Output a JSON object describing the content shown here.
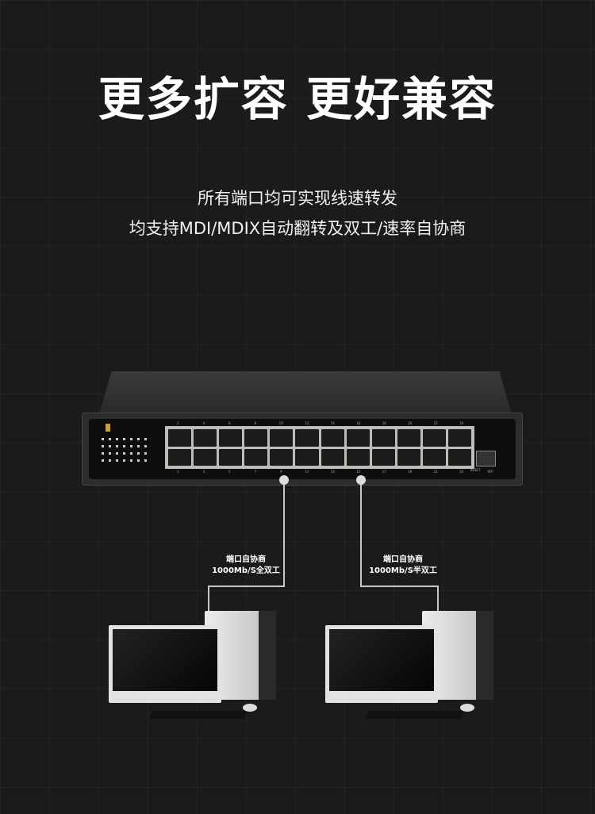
{
  "title": "更多扩容 更好兼容",
  "subtitle": [
    "所有端口均可实现线速转发",
    "均支持MDI/MDIX自动翻转及双工/速率自协商"
  ],
  "switch": {
    "top_ports": [
      "2",
      "4",
      "6",
      "8",
      "10",
      "12",
      "14",
      "16",
      "18",
      "20",
      "22",
      "24"
    ],
    "bottom_ports": [
      "1",
      "3",
      "5",
      "7",
      "9",
      "11",
      "13",
      "15",
      "17",
      "19",
      "21",
      "23"
    ],
    "reset_label": "RESET",
    "sfp_label": "SFP"
  },
  "connections": [
    {
      "line1": "端口自协商",
      "line2": "1000Mb/S全双工"
    },
    {
      "line1": "端口自协商",
      "line2": "1000Mb/S半双工"
    }
  ]
}
